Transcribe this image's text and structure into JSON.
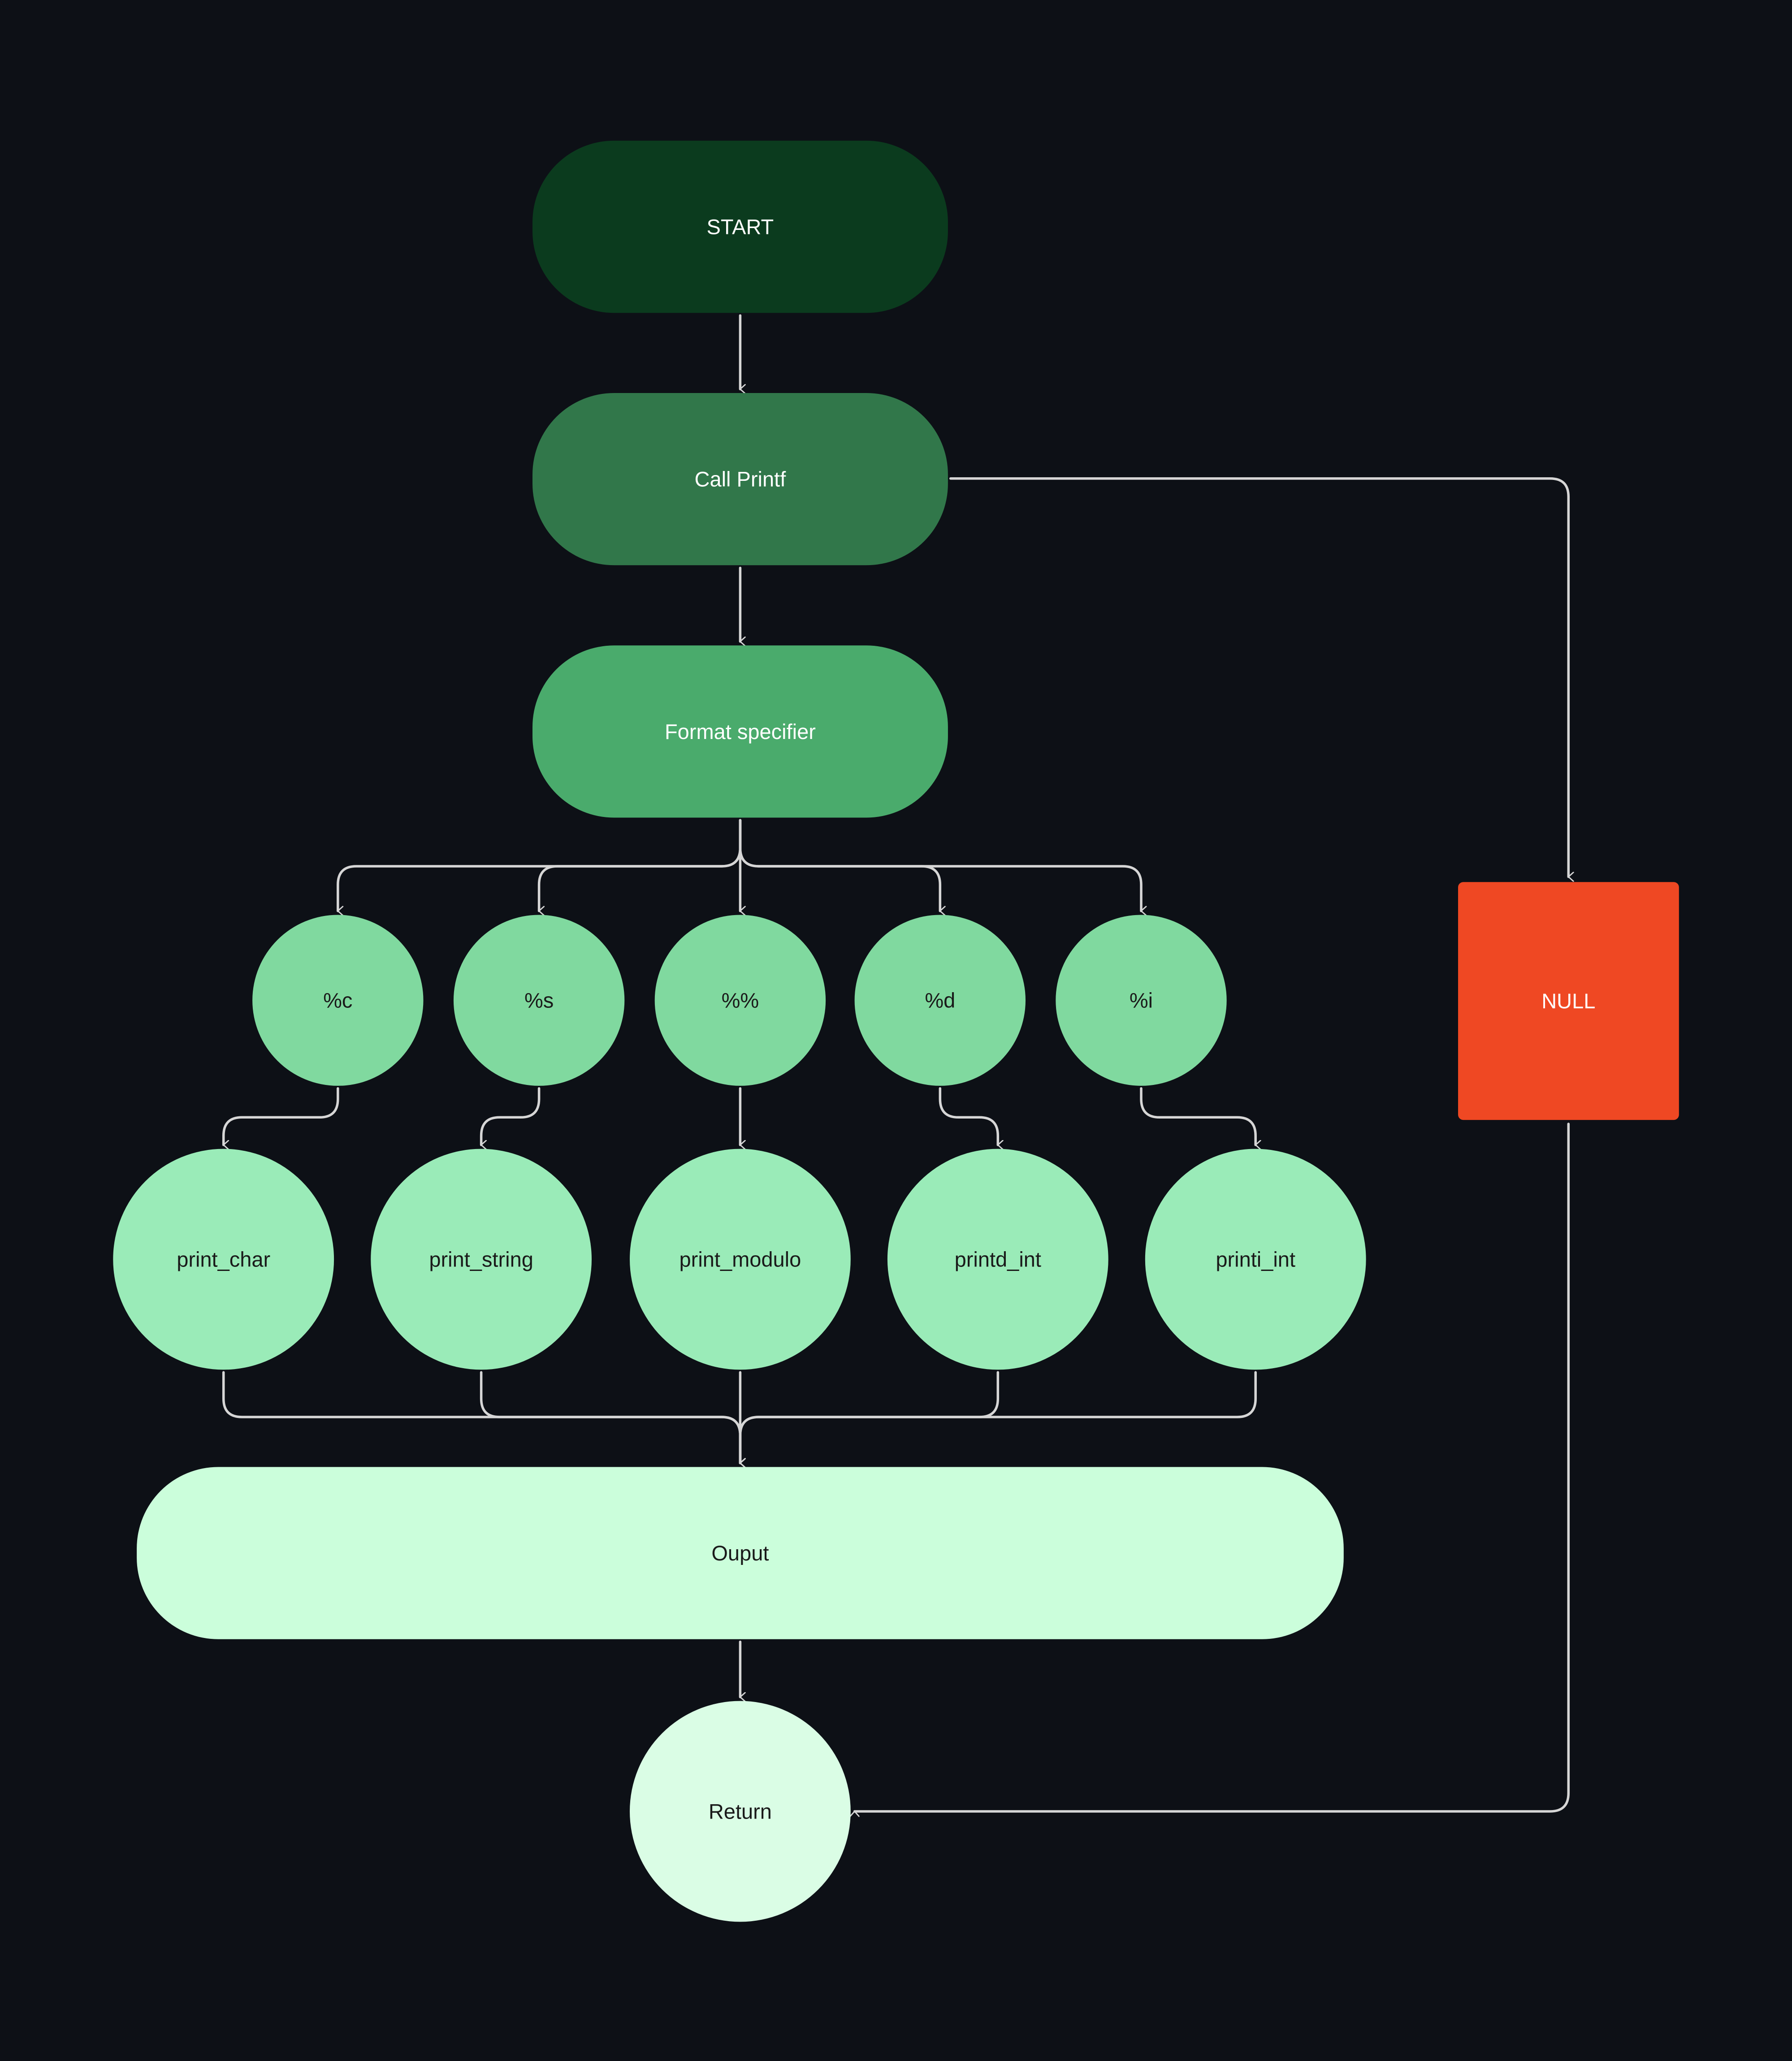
{
  "diagram": {
    "background": "#0d1016",
    "connector_color": "#d6d6d6",
    "nodes": [
      {
        "id": "start",
        "label": "START",
        "shape": "rounded-rect",
        "fill": "#0b3b1e",
        "text_color": "#ffffff"
      },
      {
        "id": "call-printf",
        "label": "Call Printf",
        "shape": "rounded-rect",
        "fill": "#31774a",
        "text_color": "#ffffff"
      },
      {
        "id": "format-specifier",
        "label": "Format specifier",
        "shape": "rounded-rect",
        "fill": "#4aab6c",
        "text_color": "#ffffff"
      },
      {
        "id": "spec-c",
        "label": "%c",
        "shape": "circle",
        "fill": "#80d99f",
        "text_color": "#1a1a1a"
      },
      {
        "id": "spec-s",
        "label": "%s",
        "shape": "circle",
        "fill": "#80d99f",
        "text_color": "#1a1a1a"
      },
      {
        "id": "spec-percent",
        "label": "%%",
        "shape": "circle",
        "fill": "#80d99f",
        "text_color": "#1a1a1a"
      },
      {
        "id": "spec-d",
        "label": "%d",
        "shape": "circle",
        "fill": "#80d99f",
        "text_color": "#1a1a1a"
      },
      {
        "id": "spec-i",
        "label": "%i",
        "shape": "circle",
        "fill": "#80d99f",
        "text_color": "#1a1a1a"
      },
      {
        "id": "print-char",
        "label": "print_char",
        "shape": "circle",
        "fill": "#9aebb8",
        "text_color": "#1a1a1a"
      },
      {
        "id": "print-string",
        "label": "print_string",
        "shape": "circle",
        "fill": "#9aebb8",
        "text_color": "#1a1a1a"
      },
      {
        "id": "print-modulo",
        "label": "print_modulo",
        "shape": "circle",
        "fill": "#9aebb8",
        "text_color": "#1a1a1a"
      },
      {
        "id": "printd-int",
        "label": "printd_int",
        "shape": "circle",
        "fill": "#9aebb8",
        "text_color": "#1a1a1a"
      },
      {
        "id": "printi-int",
        "label": "printi_int",
        "shape": "circle",
        "fill": "#9aebb8",
        "text_color": "#1a1a1a"
      },
      {
        "id": "output",
        "label": "Ouput",
        "shape": "rounded-rect",
        "fill": "#cbfedb",
        "text_color": "#1a1a1a"
      },
      {
        "id": "return",
        "label": "Return",
        "shape": "circle",
        "fill": "#dafde5",
        "text_color": "#1a1a1a"
      },
      {
        "id": "null",
        "label": "NULL",
        "shape": "rect",
        "fill": "#ef4823",
        "text_color": "#ffffff"
      }
    ],
    "edges": [
      {
        "from": "start",
        "to": "call-printf"
      },
      {
        "from": "call-printf",
        "to": "format-specifier"
      },
      {
        "from": "call-printf",
        "to": "null"
      },
      {
        "from": "format-specifier",
        "to": "spec-c"
      },
      {
        "from": "format-specifier",
        "to": "spec-s"
      },
      {
        "from": "format-specifier",
        "to": "spec-percent"
      },
      {
        "from": "format-specifier",
        "to": "spec-d"
      },
      {
        "from": "format-specifier",
        "to": "spec-i"
      },
      {
        "from": "spec-c",
        "to": "print-char"
      },
      {
        "from": "spec-s",
        "to": "print-string"
      },
      {
        "from": "spec-percent",
        "to": "print-modulo"
      },
      {
        "from": "spec-d",
        "to": "printd-int"
      },
      {
        "from": "spec-i",
        "to": "printi-int"
      },
      {
        "from": "print-char",
        "to": "output"
      },
      {
        "from": "print-string",
        "to": "output"
      },
      {
        "from": "print-modulo",
        "to": "output"
      },
      {
        "from": "printd-int",
        "to": "output"
      },
      {
        "from": "printi-int",
        "to": "output"
      },
      {
        "from": "output",
        "to": "return"
      },
      {
        "from": "null",
        "to": "return"
      }
    ]
  }
}
